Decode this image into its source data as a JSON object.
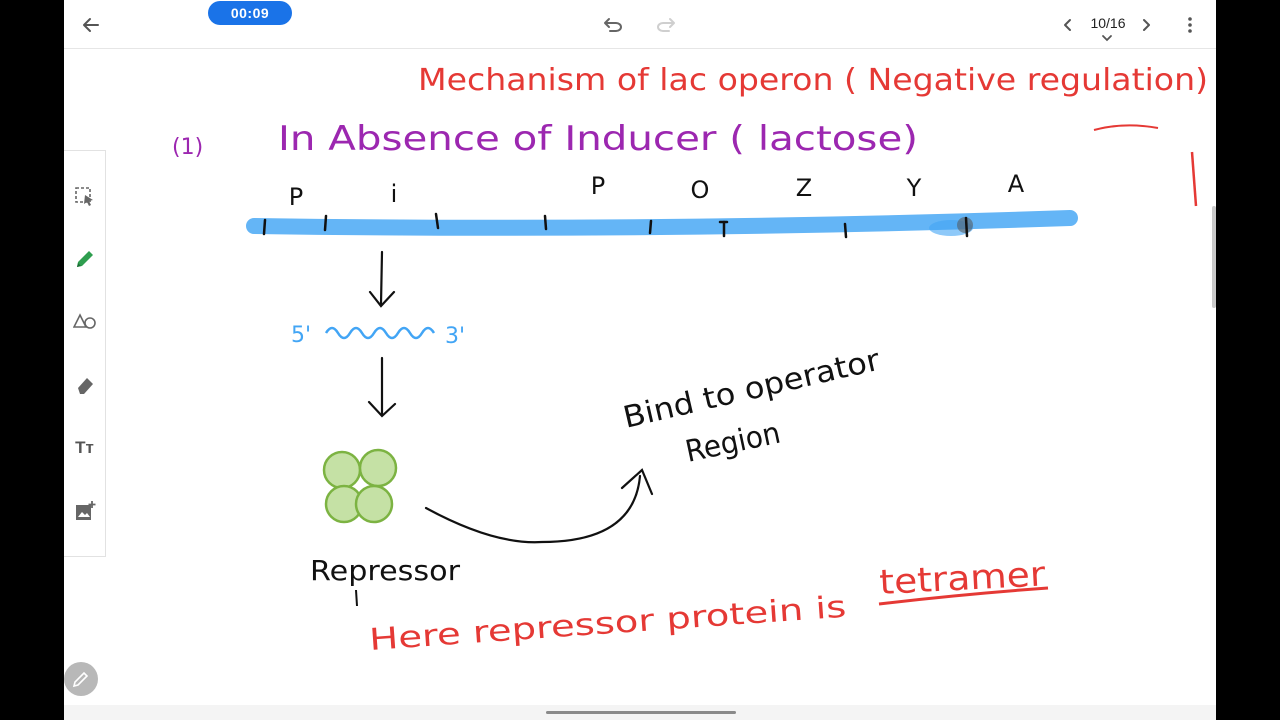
{
  "toolbar": {
    "timer": "00:09",
    "page_indicator": "10/16",
    "icons": [
      "back-arrow-icon",
      "undo-icon",
      "redo-icon",
      "chevron-left-icon",
      "chevron-right-icon",
      "more-vert-icon",
      "chevron-down-icon"
    ]
  },
  "tools": [
    "lasso-select-icon",
    "pen-icon",
    "shapes-icon",
    "eraser-icon",
    "text-icon",
    "add-image-icon"
  ],
  "text_tool_label": "Tт",
  "note": {
    "heading": "Mechanism of lac operon ( Negative regulation)",
    "subheading_num": "(1)",
    "subheading": "In Absence of Inducer ( lactose)",
    "gene_labels": [
      "P",
      "i",
      "P",
      "O",
      "Z",
      "Y",
      "A"
    ],
    "mrna_5": "5'",
    "mrna_3": "3'",
    "repressor_label": "Repressor",
    "bind_line1": "Bind to operator",
    "bind_line2": "Region",
    "footer_a": "Here repressor protein is",
    "footer_b": "tetramer"
  },
  "colors": {
    "accent": "#1a73e8",
    "ink_red": "#e53935",
    "ink_purple": "#9c27b0",
    "ink_black": "#111111",
    "ink_blue": "#42a5f5",
    "ink_green": "#7cb342",
    "dna_band": "#64b5f6"
  }
}
